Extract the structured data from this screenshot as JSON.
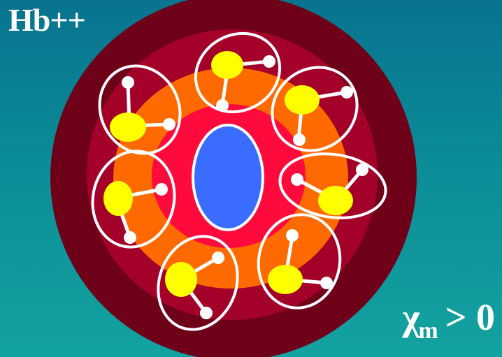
{
  "title": "Hb++",
  "susceptibility": {
    "symbol": "χ",
    "subscript": "m",
    "relation": "> 0"
  },
  "colors": {
    "background_top": "#08738f",
    "background_bottom": "#13a3a0",
    "outer_shell": "#6e0019",
    "middle_shell": "#a3002a",
    "orange_ring": "#ff6a00",
    "inner_core": "#ff0a3c",
    "center_ion": "#3a6cff",
    "oxygen_atom": "#ffff00",
    "hydrogen_atom": "#ffffff",
    "outline": "#ffffff"
  }
}
